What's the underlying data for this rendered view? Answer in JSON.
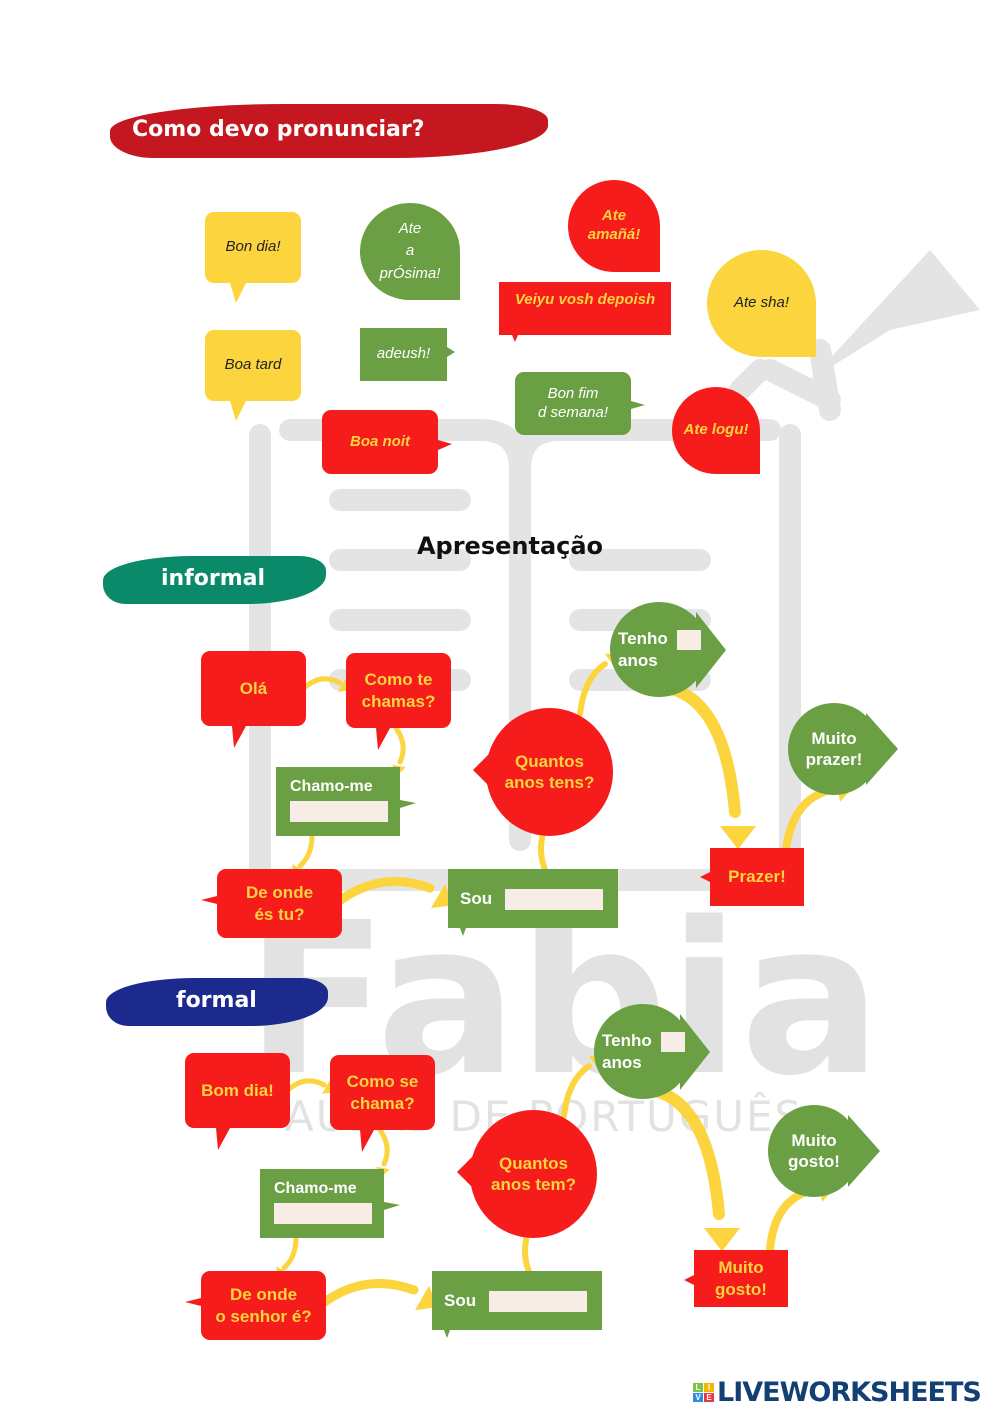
{
  "watermark": {
    "brand": "Fabia",
    "subtitle": "AULAS DE PORTUGUÊS"
  },
  "header": {
    "title": "Como devo pronunciar?"
  },
  "pronunciation": {
    "bon_dia": "Bon dia!",
    "boa_tard": "Boa tard",
    "ate_a_prosima": [
      "Ate",
      "a",
      "prÓsima!"
    ],
    "adeush": "adeush!",
    "boa_noit": "Boa noit",
    "ate_amana": [
      "Ate",
      "amañá!"
    ],
    "veiyu": "Veiyu vosh depoish",
    "bon_fim": [
      "Bon fim",
      "d semana!"
    ],
    "ate_sha": "Ate sha!",
    "ate_logu": "Ate logu!"
  },
  "section_title": "Apresentação",
  "informal": {
    "label": "informal",
    "ola": "Olá",
    "como_te_chamas": [
      "Como te",
      "chamas?"
    ],
    "chamo_me": "Chamo-me",
    "de_onde": [
      "De onde",
      "és tu?"
    ],
    "sou": "Sou",
    "quantos": [
      "Quantos",
      "anos tens?"
    ],
    "tenho": "Tenho",
    "anos": "anos",
    "prazer": "Prazer!",
    "muito_prazer": [
      "Muito",
      "prazer!"
    ]
  },
  "formal": {
    "label": "formal",
    "bom_dia": "Bom dia!",
    "como_se_chama": [
      "Como se",
      "chama?"
    ],
    "chamo_me": "Chamo-me",
    "de_onde": [
      "De onde",
      "o senhor é?"
    ],
    "sou": "Sou",
    "quantos": [
      "Quantos",
      "anos tem?"
    ],
    "tenho": "Tenho",
    "anos": "anos",
    "muito_gosto_red": [
      "Muito",
      "gosto!"
    ],
    "muito_gosto_green": [
      "Muito",
      "gosto!"
    ]
  },
  "footer": {
    "logo": "LIVEWORKSHEETS",
    "logo_tiles": [
      "L",
      "I",
      "V",
      "E"
    ]
  },
  "colors": {
    "red": "#f61c1c",
    "green": "#6a9f43",
    "yellow": "#fbd43e",
    "teal": "#0b8a6a",
    "navy": "#1b2a8c"
  }
}
